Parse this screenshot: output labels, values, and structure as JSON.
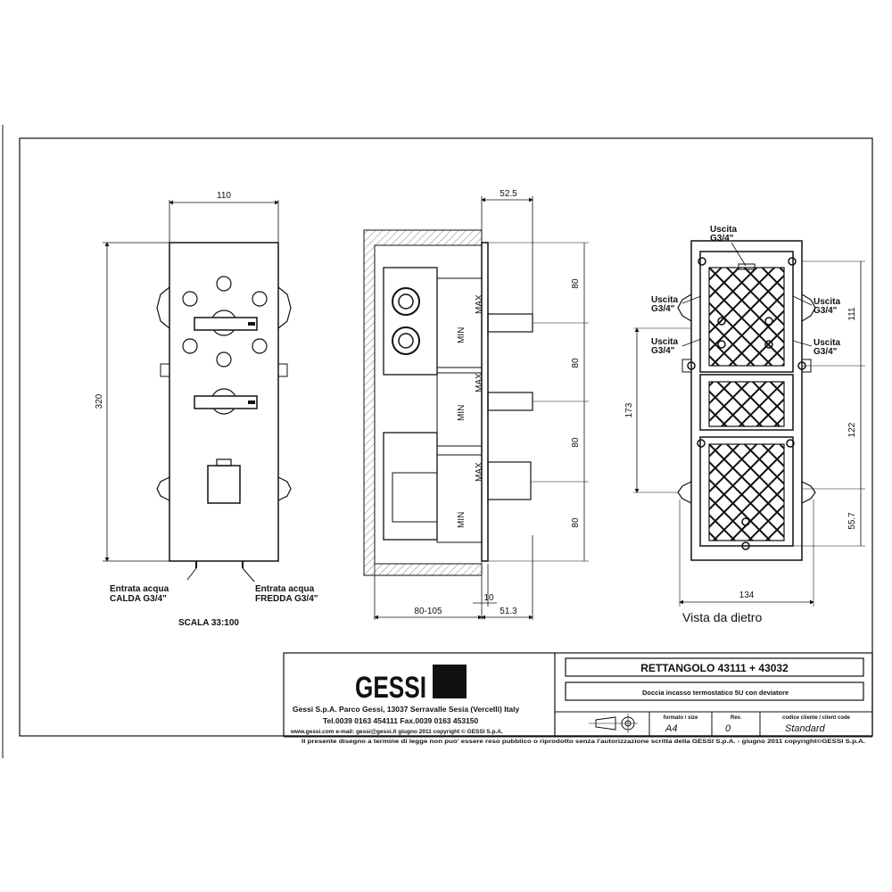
{
  "front_view": {
    "width": "110",
    "height": "320",
    "inlet_hot": [
      "Entrata acqua",
      "CALDA  G3/4\""
    ],
    "inlet_cold": [
      "Entrata acqua",
      "FREDDA  G3/4\""
    ],
    "scale": "SCALA  33:100"
  },
  "side_view": {
    "top": "52.5",
    "spacing": [
      "80",
      "80",
      "80",
      "80"
    ],
    "depth": "80-105",
    "plate": "10",
    "projection": "51.3",
    "max_label": "MAX",
    "min_label": "MIN"
  },
  "back_view": {
    "outlet_top": [
      "Uscita",
      "G3/4\""
    ],
    "outlet_left_1": [
      "Uscita",
      "G3/4\""
    ],
    "outlet_left_2": [
      "Uscita",
      "G3/4\""
    ],
    "outlet_right_1": [
      "Uscita",
      "G3/4\""
    ],
    "outlet_right_2": [
      "Uscita",
      "G3/4\""
    ],
    "dim_111": "111",
    "dim_122": "122",
    "dim_557": "55.7",
    "dim_173": "173",
    "dim_134": "134",
    "title": "Vista da dietro"
  },
  "title_block": {
    "logo": "GESSI",
    "company": "Gessi S.p.A. Parco Gessi, 13037 Serravalle Sesia (Vercelli) Italy",
    "phone": "Tel.0039  0163  454111  Fax.0039  0163  453150",
    "web": "www.gessi.com   e-mail: gessi@gessi.it      giugno  2011    copyright © GESSI  S.p.A.",
    "product": "RETTANGOLO  43111 + 43032",
    "description": "Doccia incasso termostatico 5U con deviatore",
    "format_label": "formato / size",
    "format_value": "A4",
    "rev_label": "Rev.",
    "rev_value": "0",
    "client_label": "codice cliente / client code",
    "client_value": "Standard",
    "notice": "Il presente disegno a termine di legge non puo' essere reso pubblico o riprodotto senza l'autorizzazione scritta della GESSI S.p.A. - giugno 2011 copyright©GESSI S.p.A."
  }
}
